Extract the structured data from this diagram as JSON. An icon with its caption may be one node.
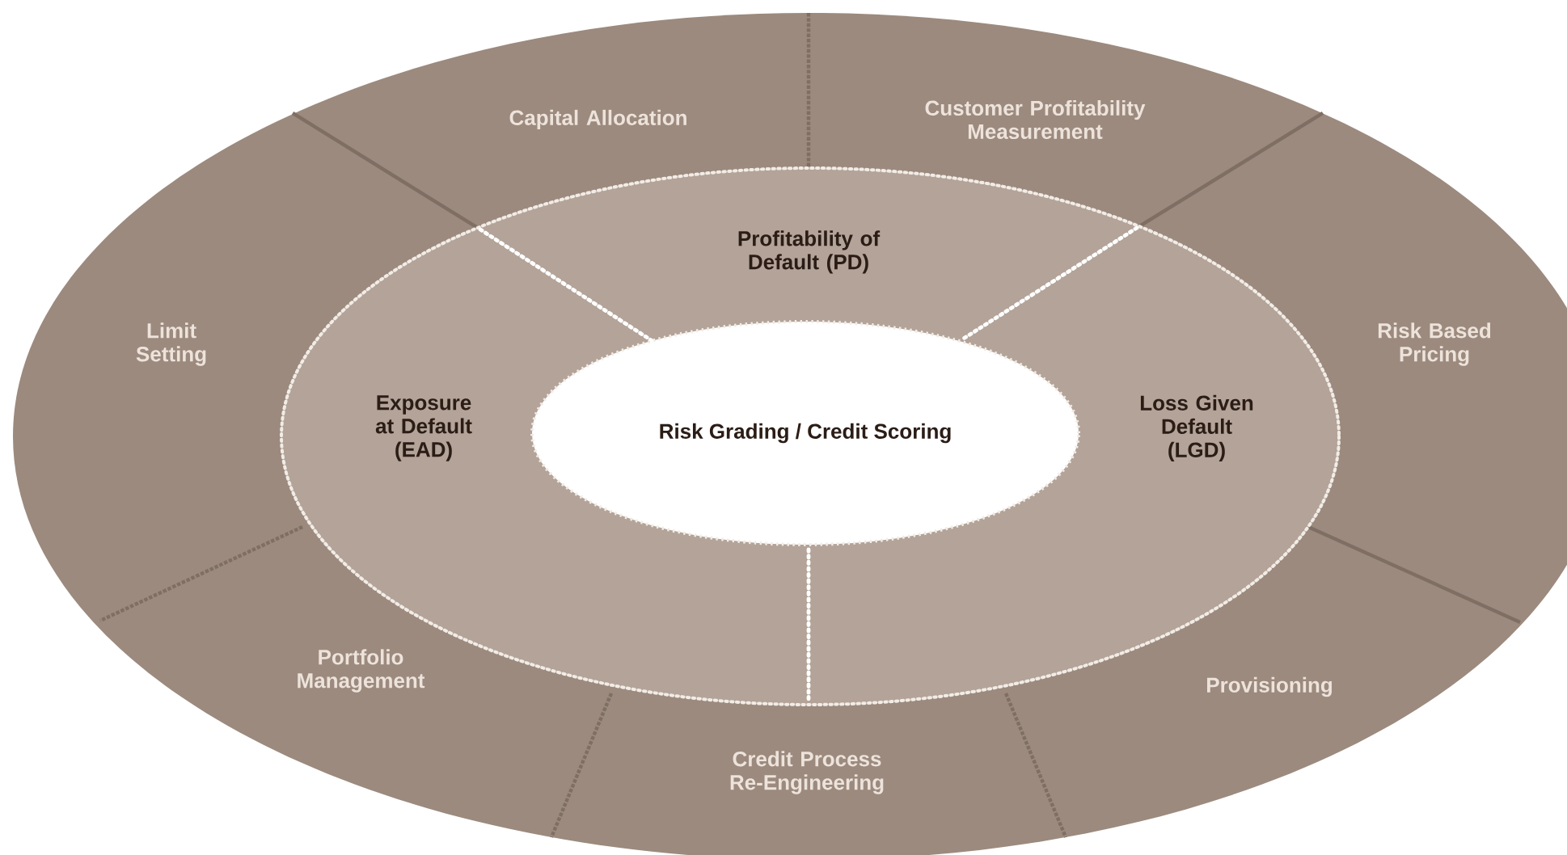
{
  "diagram": {
    "nodes": [
      {
        "text": [
          "Capital Allocation"
        ]
      },
      {
        "text": [
          "Customer Profitability Measurement"
        ]
      },
      {
        "text": [
          "Limit Setting"
        ]
      },
      {
        "text": [
          "Profitability of Default (PD)"
        ]
      },
      {
        "text": [
          "Risk Based Pricing"
        ]
      },
      {
        "text": [
          "Exposure at Default (EAD)"
        ]
      },
      {
        "text": [
          "Risk Grading / Credit Scoring"
        ]
      },
      {
        "text": [
          "Loss Given Default (LGD)"
        ]
      },
      {
        "text": [
          "Portfolio Management"
        ]
      },
      {
        "text": [
          "Provisioning"
        ]
      },
      {
        "text": [
          "Credit Process Re-Engineering"
        ]
      }
    ]
  }
}
